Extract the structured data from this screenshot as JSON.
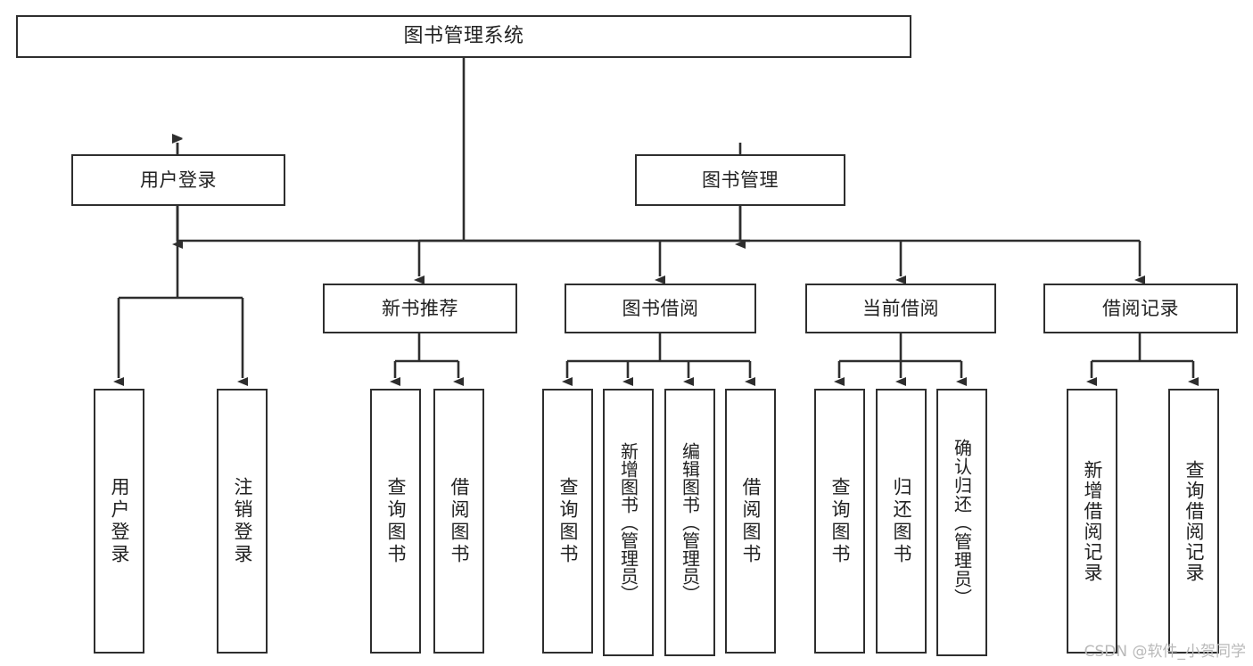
{
  "diagram": {
    "type": "tree",
    "title": "图书管理系统",
    "watermark": "CSDN @软件_小贺同学",
    "colors": {
      "stroke": "#2e2e2e",
      "fill": "#ffffff",
      "text": "#222222",
      "watermark": "#b9b9b9"
    },
    "nodes": {
      "root": {
        "label": "图书管理系统",
        "level": 0,
        "orientation": "horizontal"
      },
      "login": {
        "label": "用户登录",
        "level": 1,
        "orientation": "horizontal"
      },
      "bookmgmt": {
        "label": "图书管理",
        "level": 1,
        "orientation": "horizontal"
      },
      "newbook": {
        "label": "新书推荐",
        "level": 2,
        "orientation": "horizontal"
      },
      "borrow": {
        "label": "图书借阅",
        "level": 2,
        "orientation": "horizontal"
      },
      "current": {
        "label": "当前借阅",
        "level": 2,
        "orientation": "horizontal"
      },
      "records": {
        "label": "借阅记录",
        "level": 2,
        "orientation": "horizontal"
      },
      "leaf_user_login": {
        "label": "用户登录",
        "level": 2,
        "orientation": "vertical"
      },
      "leaf_user_logout": {
        "label": "注销登录",
        "level": 2,
        "orientation": "vertical"
      },
      "leaf_nb_query": {
        "label": "查询图书",
        "level": 3,
        "orientation": "vertical"
      },
      "leaf_nb_borrow": {
        "label": "借阅图书",
        "level": 3,
        "orientation": "vertical"
      },
      "leaf_bo_query": {
        "label": "查询图书",
        "level": 3,
        "orientation": "vertical"
      },
      "leaf_bo_add": {
        "label": "新增图书（管理员）",
        "level": 3,
        "orientation": "vertical"
      },
      "leaf_bo_edit": {
        "label": "编辑图书（管理员）",
        "level": 3,
        "orientation": "vertical"
      },
      "leaf_bo_borrow": {
        "label": "借阅图书",
        "level": 3,
        "orientation": "vertical"
      },
      "leaf_cu_query": {
        "label": "查询图书",
        "level": 3,
        "orientation": "vertical"
      },
      "leaf_cu_return": {
        "label": "归还图书",
        "level": 3,
        "orientation": "vertical"
      },
      "leaf_cu_confirm": {
        "label": "确认归还（管理员）",
        "level": 3,
        "orientation": "vertical"
      },
      "leaf_rc_add": {
        "label": "新增借阅记录",
        "level": 3,
        "orientation": "vertical"
      },
      "leaf_rc_query": {
        "label": "查询借阅记录",
        "level": 3,
        "orientation": "vertical"
      }
    },
    "edges": [
      {
        "from": "root",
        "to": "login"
      },
      {
        "from": "root",
        "to": "bookmgmt"
      },
      {
        "from": "login",
        "to": "leaf_user_login"
      },
      {
        "from": "login",
        "to": "leaf_user_logout"
      },
      {
        "from": "bookmgmt",
        "to": "newbook"
      },
      {
        "from": "bookmgmt",
        "to": "borrow"
      },
      {
        "from": "bookmgmt",
        "to": "current"
      },
      {
        "from": "bookmgmt",
        "to": "records"
      },
      {
        "from": "newbook",
        "to": "leaf_nb_query"
      },
      {
        "from": "newbook",
        "to": "leaf_nb_borrow"
      },
      {
        "from": "borrow",
        "to": "leaf_bo_query"
      },
      {
        "from": "borrow",
        "to": "leaf_bo_add"
      },
      {
        "from": "borrow",
        "to": "leaf_bo_edit"
      },
      {
        "from": "borrow",
        "to": "leaf_bo_borrow"
      },
      {
        "from": "current",
        "to": "leaf_cu_query"
      },
      {
        "from": "current",
        "to": "leaf_cu_return"
      },
      {
        "from": "current",
        "to": "leaf_cu_confirm"
      },
      {
        "from": "records",
        "to": "leaf_rc_add"
      },
      {
        "from": "records",
        "to": "leaf_rc_query"
      }
    ]
  }
}
